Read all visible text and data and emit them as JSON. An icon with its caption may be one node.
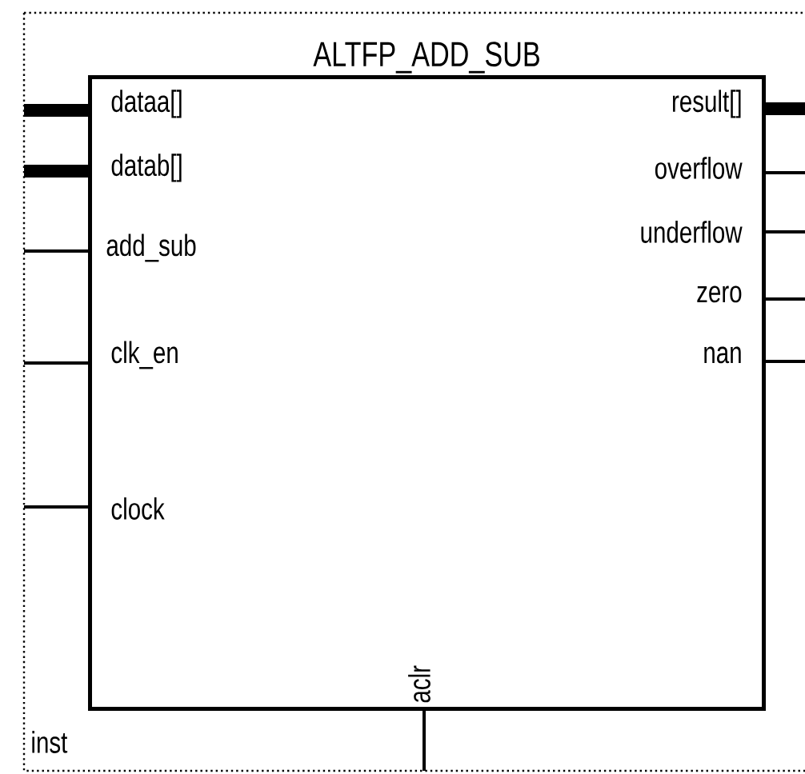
{
  "diagram": {
    "nodes": [
      {
        "text": [
          "ALTFP_ADD_SUB"
        ]
      },
      {
        "text": [
          "dataa[]"
        ],
        "in": 0
      },
      {
        "text": [
          "result[]"
        ],
        "in": 0
      },
      {
        "text": [
          "datab[]"
        ],
        "in": 0
      },
      {
        "text": [
          "overflow"
        ],
        "in": 0
      },
      {
        "text": [
          "underflow"
        ],
        "in": 0
      },
      {
        "text": [
          "add_sub"
        ],
        "in": 0
      },
      {
        "text": [
          "zero"
        ],
        "in": 0
      },
      {
        "text": [
          "clk_en"
        ],
        "in": 0
      },
      {
        "text": [
          "nan"
        ],
        "in": 0
      },
      {
        "text": [
          "clock"
        ],
        "in": 0
      },
      {
        "text": [
          "aclr"
        ],
        "in": 0
      }
    ],
    "edges": [
      {
        "from": null,
        "to": 1,
        "arrow": "none",
        "style": "thick"
      },
      {
        "from": null,
        "to": 3,
        "arrow": "none",
        "style": "thick"
      },
      {
        "from": null,
        "to": 6,
        "arrow": "none"
      },
      {
        "from": null,
        "to": 8,
        "arrow": "none"
      },
      {
        "from": null,
        "to": 10,
        "arrow": "none"
      },
      {
        "from": 2,
        "to": null,
        "arrow": "none",
        "style": "thick"
      },
      {
        "from": 4,
        "to": null,
        "arrow": "none"
      },
      {
        "from": 5,
        "to": null,
        "arrow": "none"
      },
      {
        "from": 7,
        "to": null,
        "arrow": "none"
      },
      {
        "from": 9,
        "to": null,
        "arrow": "none"
      },
      {
        "from": null,
        "to": 11,
        "arrow": "none"
      }
    ],
    "labels": [
      "inst"
    ]
  }
}
